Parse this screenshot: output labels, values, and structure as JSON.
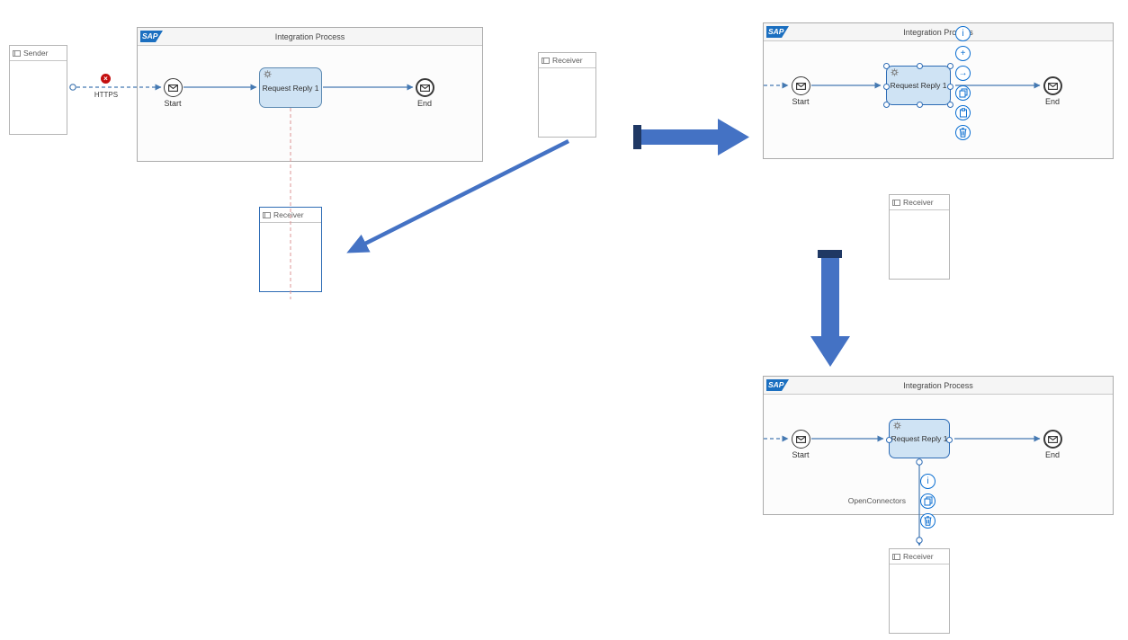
{
  "brand": {
    "sap_logo_text": "SAP"
  },
  "colors": {
    "sap_brand_blue": "#1b6fc0",
    "connector_blue": "#4579b2",
    "selection_blue": "#2e6cb5",
    "context_button_blue": "#0a6ed1",
    "task_fill": "#cfe3f4",
    "tutorial_arrow_blue": "#4472c4",
    "tutorial_arrow_cap": "#1f3864",
    "error_red": "#c40f0f",
    "ghost_line_red": "#dc9494"
  },
  "glyphs": {
    "error": "×",
    "info": "i",
    "add": "+",
    "connect": "→"
  },
  "icons": {
    "gear": "gear-icon",
    "envelope": "envelope-icon",
    "participant": "participant-icon",
    "error": "error-icon",
    "info": "info-icon",
    "add": "plus-icon",
    "connect": "arrow-right-icon",
    "copy": "copy-icon",
    "paste": "paste-icon",
    "delete": "trash-icon"
  },
  "left": {
    "sender_label": "Sender",
    "pool_title": "Integration Process",
    "protocol_label": "HTTPS",
    "start_label": "Start",
    "task_label": "Request Reply 1",
    "end_label": "End",
    "receiver_side_label": "Receiver",
    "receiver_bottom_label": "Receiver"
  },
  "top_right": {
    "pool_title": "Integration Process",
    "start_label": "Start",
    "task_label": "Request Reply 1",
    "end_label": "End",
    "receiver_label": "Receiver",
    "context_menu": [
      "info",
      "add",
      "connect",
      "copy",
      "paste",
      "delete"
    ]
  },
  "bottom_right": {
    "pool_title": "Integration Process",
    "start_label": "Start",
    "task_label": "Request Reply 1",
    "end_label": "End",
    "adapter_label": "OpenConnectors",
    "receiver_label": "Receiver",
    "context_menu": [
      "info",
      "copy",
      "delete"
    ]
  }
}
